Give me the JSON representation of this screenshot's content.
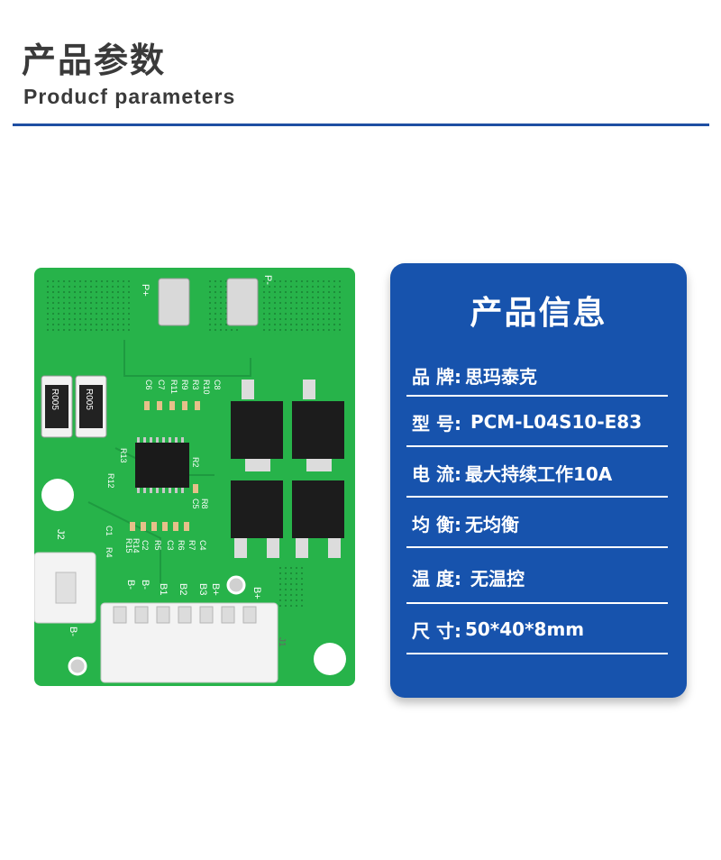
{
  "header": {
    "title_cn": "产品参数",
    "title_en": "Producf parameters"
  },
  "colors": {
    "accent": "#1f4fa3",
    "card": "#1753ad",
    "pcb_green": "#27b34a"
  },
  "board": {
    "labels": {
      "p_plus": "P+",
      "p_minus": "P-",
      "r005_1": "R005",
      "r005_2": "R005",
      "j2": "J2",
      "j1": "J1",
      "b_minus_left": "B-",
      "b_minus_pin1": "B-",
      "b_minus_pin2": "B-",
      "b1": "B1",
      "b2": "B2",
      "b3": "B3",
      "b_plus1": "B+",
      "b_plus2": "B+",
      "r13": "R13",
      "r12": "R12",
      "r2": "R2",
      "r8": "R8",
      "c5": "C5",
      "c6": "C6",
      "c7": "C7",
      "r11": "R11",
      "r9": "R9",
      "r3": "R3",
      "r10": "R10",
      "c8": "C8",
      "c1": "C1",
      "r4": "R4",
      "r14": "R14",
      "r15": "R15",
      "c2": "C2",
      "r5": "R5",
      "c3": "C3",
      "r6": "R6",
      "r7": "R7",
      "c4": "C4"
    }
  },
  "card": {
    "title": "产品信息",
    "rows": [
      {
        "label": "品  牌:",
        "value": "思玛泰克"
      },
      {
        "label": "型  号:",
        "value": "PCM-L04S10-E83"
      },
      {
        "label": "电  流:",
        "value": "最大持续工作10A"
      },
      {
        "label": "均  衡:",
        "value": "无均衡"
      },
      {
        "label": "温  度:",
        "value": "无温控"
      },
      {
        "label": "尺  寸:",
        "value": "50*40*8mm"
      }
    ]
  }
}
